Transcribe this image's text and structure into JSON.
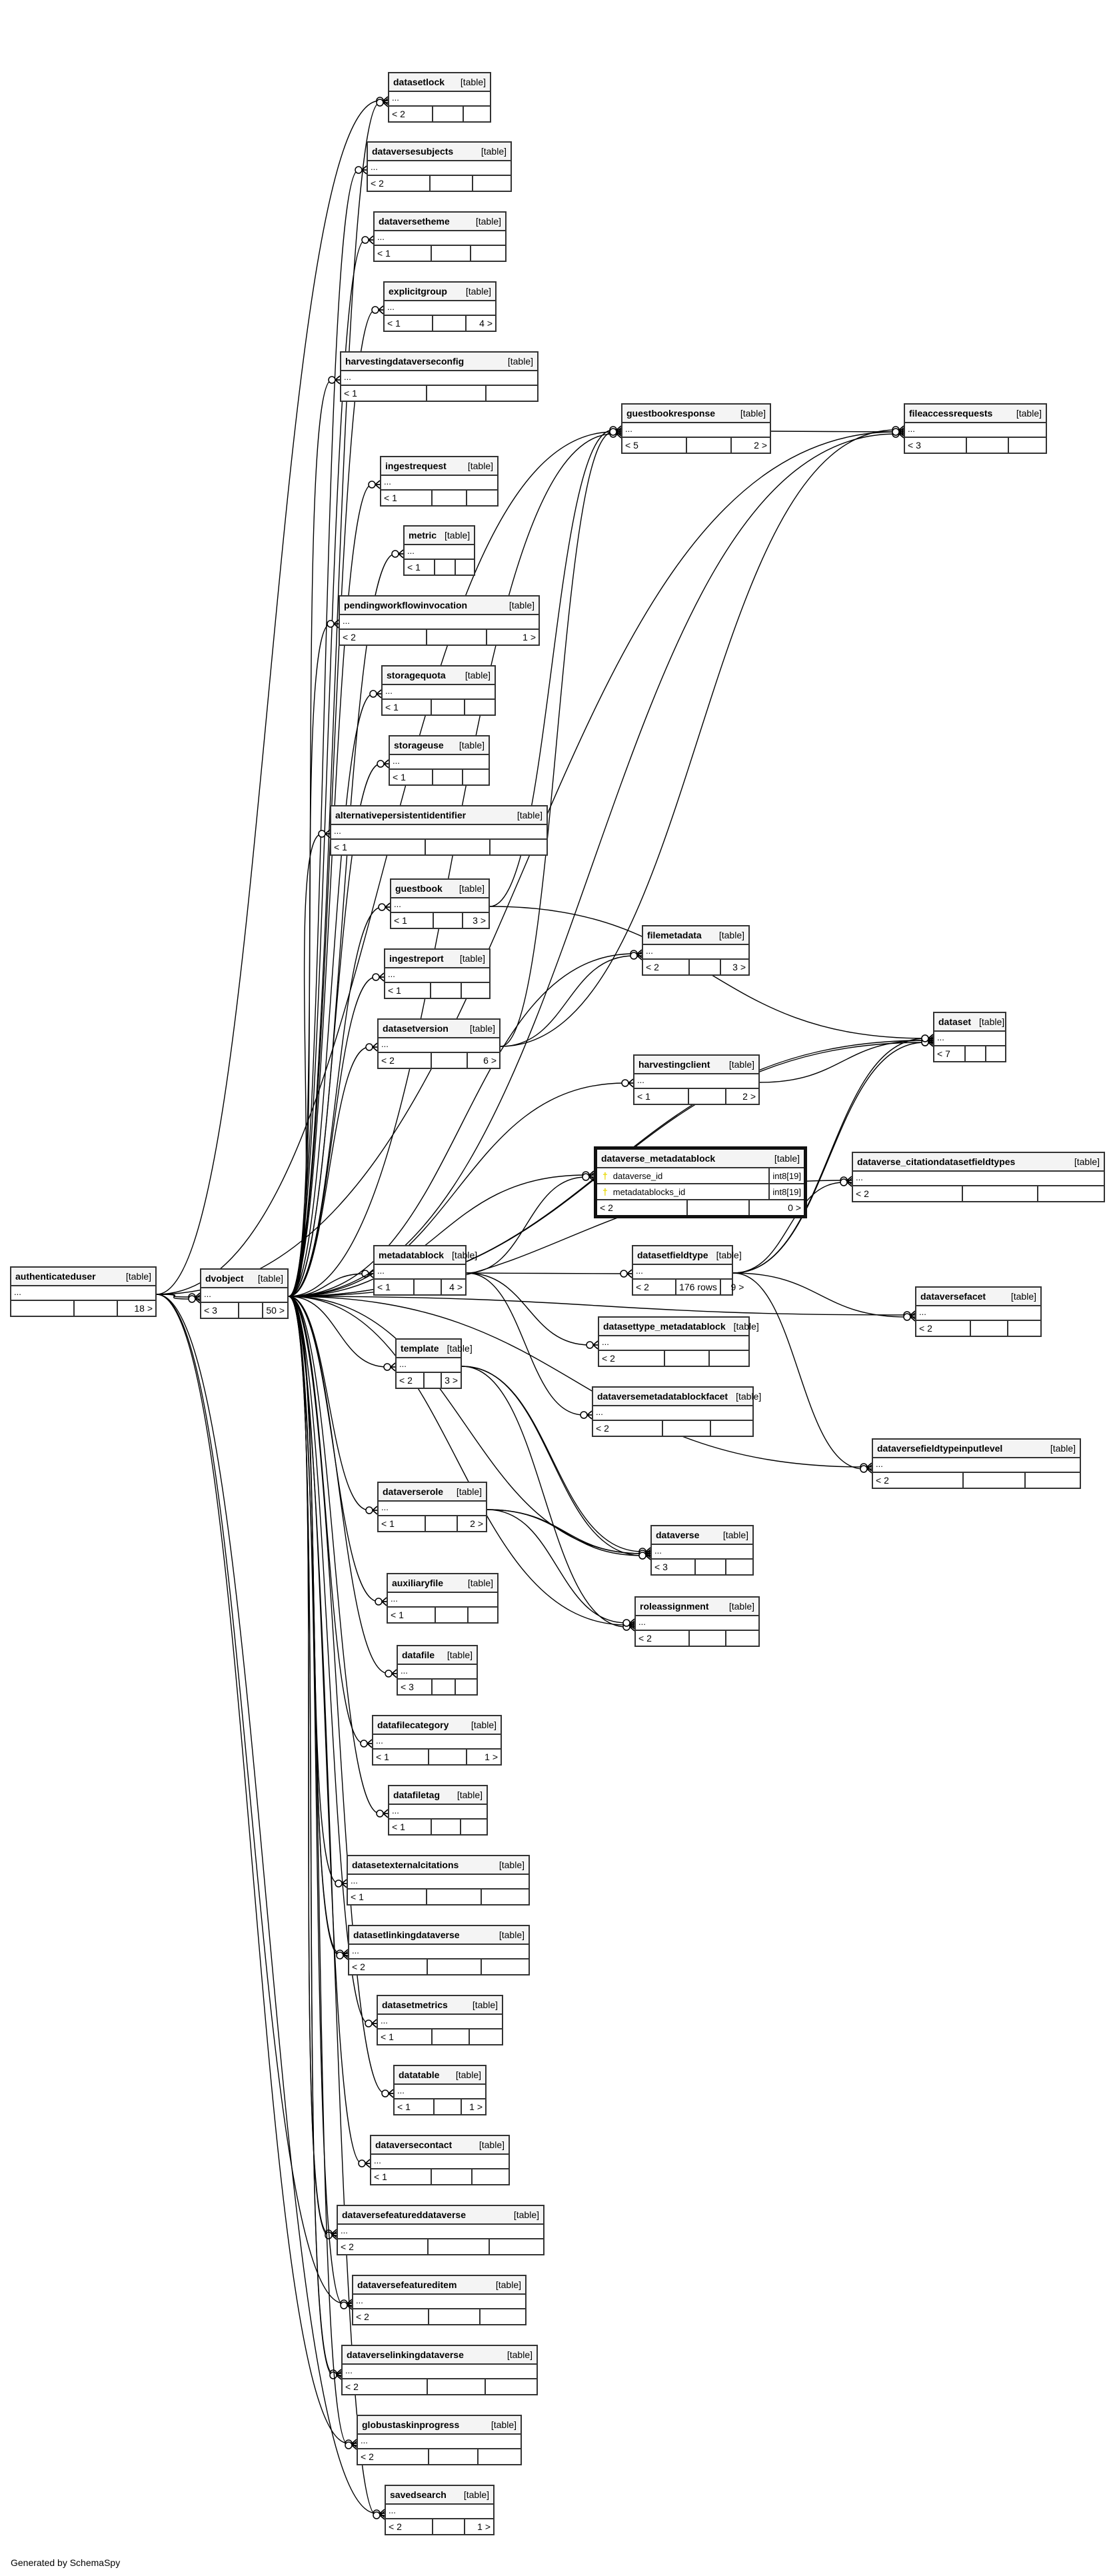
{
  "diagram": {
    "type_label": "[table]",
    "more_label": "...",
    "focus_table": "dataverse_metadatablock",
    "tables": [
      {
        "id": "datasetlock",
        "name": "datasetlock",
        "parents": "< 2",
        "rows": "",
        "children": ""
      },
      {
        "id": "dataversesubjects",
        "name": "dataversesubjects",
        "parents": "< 2",
        "rows": "",
        "children": ""
      },
      {
        "id": "dataversetheme",
        "name": "dataversetheme",
        "parents": "< 1",
        "rows": "",
        "children": ""
      },
      {
        "id": "explicitgroup",
        "name": "explicitgroup",
        "parents": "< 1",
        "rows": "",
        "children": "4 >"
      },
      {
        "id": "harvestingdataverseconfig",
        "name": "harvestingdataverseconfig",
        "parents": "< 1",
        "rows": "",
        "children": ""
      },
      {
        "id": "ingestrequest",
        "name": "ingestrequest",
        "parents": "< 1",
        "rows": "",
        "children": ""
      },
      {
        "id": "metric",
        "name": "metric",
        "parents": "< 1",
        "rows": "",
        "children": ""
      },
      {
        "id": "pendingworkflowinvocation",
        "name": "pendingworkflowinvocation",
        "parents": "< 2",
        "rows": "",
        "children": "1 >"
      },
      {
        "id": "storagequota",
        "name": "storagequota",
        "parents": "< 1",
        "rows": "",
        "children": ""
      },
      {
        "id": "storageuse",
        "name": "storageuse",
        "parents": "< 1",
        "rows": "",
        "children": ""
      },
      {
        "id": "alternativepersistentidentifier",
        "name": "alternativepersistentidentifier",
        "parents": "< 1",
        "rows": "",
        "children": ""
      },
      {
        "id": "guestbook",
        "name": "guestbook",
        "parents": "< 1",
        "rows": "",
        "children": "3 >"
      },
      {
        "id": "ingestreport",
        "name": "ingestreport",
        "parents": "< 1",
        "rows": "",
        "children": ""
      },
      {
        "id": "datasetversion",
        "name": "datasetversion",
        "parents": "< 2",
        "rows": "",
        "children": "6 >"
      },
      {
        "id": "guestbookresponse",
        "name": "guestbookresponse",
        "parents": "< 5",
        "rows": "",
        "children": "2 >"
      },
      {
        "id": "fileaccessrequests",
        "name": "fileaccessrequests",
        "parents": "< 3",
        "rows": "",
        "children": ""
      },
      {
        "id": "filemetadata",
        "name": "filemetadata",
        "parents": "< 2",
        "rows": "",
        "children": "3 >"
      },
      {
        "id": "harvestingclient",
        "name": "harvestingclient",
        "parents": "< 1",
        "rows": "",
        "children": "2 >"
      },
      {
        "id": "dataset",
        "name": "dataset",
        "parents": "< 7",
        "rows": "",
        "children": ""
      },
      {
        "id": "dataverse_metadatablock",
        "name": "dataverse_metadatablock",
        "parents": "< 2",
        "rows": "",
        "children": "0 >",
        "columns": [
          {
            "name": "dataverse_id",
            "type": "int8[19]",
            "key": true
          },
          {
            "name": "metadatablocks_id",
            "type": "int8[19]",
            "key": true
          }
        ]
      },
      {
        "id": "dataverse_citationdatasetfieldtypes",
        "name": "dataverse_citationdatasetfieldtypes",
        "parents": "< 2",
        "rows": "",
        "children": ""
      },
      {
        "id": "authenticateduser",
        "name": "authenticateduser",
        "parents": "",
        "rows": "",
        "children": "18 >"
      },
      {
        "id": "dvobject",
        "name": "dvobject",
        "parents": "< 3",
        "rows": "",
        "children": "50 >"
      },
      {
        "id": "metadatablock",
        "name": "metadatablock",
        "parents": "< 1",
        "rows": "",
        "children": "4 >"
      },
      {
        "id": "datasetfieldtype",
        "name": "datasetfieldtype",
        "parents": "< 2",
        "rows": "176 rows",
        "children": "9 >"
      },
      {
        "id": "dataversefacet",
        "name": "dataversefacet",
        "parents": "< 2",
        "rows": "",
        "children": ""
      },
      {
        "id": "datasettype_metadatablock",
        "name": "datasettype_metadatablock",
        "parents": "< 2",
        "rows": "",
        "children": ""
      },
      {
        "id": "template",
        "name": "template",
        "parents": "< 2",
        "rows": "",
        "children": "3 >"
      },
      {
        "id": "dataversemetadatablockfacet",
        "name": "dataversemetadatablockfacet",
        "parents": "< 2",
        "rows": "",
        "children": ""
      },
      {
        "id": "dataversefieldtypeinputlevel",
        "name": "dataversefieldtypeinputlevel",
        "parents": "< 2",
        "rows": "",
        "children": ""
      },
      {
        "id": "dataverserole",
        "name": "dataverserole",
        "parents": "< 1",
        "rows": "",
        "children": "2 >"
      },
      {
        "id": "dataverse",
        "name": "dataverse",
        "parents": "< 3",
        "rows": "",
        "children": ""
      },
      {
        "id": "auxiliaryfile",
        "name": "auxiliaryfile",
        "parents": "< 1",
        "rows": "",
        "children": ""
      },
      {
        "id": "roleassignment",
        "name": "roleassignment",
        "parents": "< 2",
        "rows": "",
        "children": ""
      },
      {
        "id": "datafile",
        "name": "datafile",
        "parents": "< 3",
        "rows": "",
        "children": ""
      },
      {
        "id": "datafilecategory",
        "name": "datafilecategory",
        "parents": "< 1",
        "rows": "",
        "children": "1 >"
      },
      {
        "id": "datafiletag",
        "name": "datafiletag",
        "parents": "< 1",
        "rows": "",
        "children": ""
      },
      {
        "id": "datasetexternalcitations",
        "name": "datasetexternalcitations",
        "parents": "< 1",
        "rows": "",
        "children": ""
      },
      {
        "id": "datasetlinkingdataverse",
        "name": "datasetlinkingdataverse",
        "parents": "< 2",
        "rows": "",
        "children": ""
      },
      {
        "id": "datasetmetrics",
        "name": "datasetmetrics",
        "parents": "< 1",
        "rows": "",
        "children": ""
      },
      {
        "id": "datatable",
        "name": "datatable",
        "parents": "< 1",
        "rows": "",
        "children": "1 >"
      },
      {
        "id": "dataversecontact",
        "name": "dataversecontact",
        "parents": "< 1",
        "rows": "",
        "children": ""
      },
      {
        "id": "dataversefeatureddataverse",
        "name": "dataversefeatureddataverse",
        "parents": "< 2",
        "rows": "",
        "children": ""
      },
      {
        "id": "dataversefeatureditem",
        "name": "dataversefeatureditem",
        "parents": "< 2",
        "rows": "",
        "children": ""
      },
      {
        "id": "dataverselinkingdataverse",
        "name": "dataverselinkingdataverse",
        "parents": "< 2",
        "rows": "",
        "children": ""
      },
      {
        "id": "globustaskinprogress",
        "name": "globustaskinprogress",
        "parents": "< 2",
        "rows": "",
        "children": ""
      },
      {
        "id": "savedsearch",
        "name": "savedsearch",
        "parents": "< 2",
        "rows": "",
        "children": "1 >"
      }
    ],
    "relationships": [
      [
        "authenticateduser",
        "dvobject"
      ],
      [
        "authenticateduser",
        "dvobject"
      ],
      [
        "authenticateduser",
        "datasetlock"
      ],
      [
        "authenticateduser",
        "guestbookresponse"
      ],
      [
        "authenticateduser",
        "fileaccessrequests"
      ],
      [
        "authenticateduser",
        "savedsearch"
      ],
      [
        "authenticateduser",
        "dataversefeatureditem"
      ],
      [
        "authenticateduser",
        "globustaskinprogress"
      ],
      [
        "dvobject",
        "datasetlock"
      ],
      [
        "dvobject",
        "dataversesubjects"
      ],
      [
        "dvobject",
        "dataversetheme"
      ],
      [
        "dvobject",
        "explicitgroup"
      ],
      [
        "dvobject",
        "harvestingdataverseconfig"
      ],
      [
        "dvobject",
        "guestbookresponse"
      ],
      [
        "dvobject",
        "ingestrequest"
      ],
      [
        "dvobject",
        "metric"
      ],
      [
        "dvobject",
        "pendingworkflowinvocation"
      ],
      [
        "dvobject",
        "storagequota"
      ],
      [
        "dvobject",
        "storageuse"
      ],
      [
        "dvobject",
        "alternativepersistentidentifier"
      ],
      [
        "dvobject",
        "guestbook"
      ],
      [
        "dvobject",
        "ingestreport"
      ],
      [
        "dvobject",
        "datasetversion"
      ],
      [
        "dvobject",
        "filemetadata"
      ],
      [
        "dvobject",
        "dataset"
      ],
      [
        "dvobject",
        "dataset"
      ],
      [
        "dvobject",
        "harvestingclient"
      ],
      [
        "dvobject",
        "dataverse_metadatablock"
      ],
      [
        "dvobject",
        "metadatablock"
      ],
      [
        "dvobject",
        "dataverse_citationdatasetfieldtypes"
      ],
      [
        "dvobject",
        "template"
      ],
      [
        "dvobject",
        "dataversefacet"
      ],
      [
        "dvobject",
        "dataversefieldtypeinputlevel"
      ],
      [
        "dvobject",
        "dataverserole"
      ],
      [
        "dvobject",
        "dataverse"
      ],
      [
        "dvobject",
        "roleassignment"
      ],
      [
        "dvobject",
        "auxiliaryfile"
      ],
      [
        "dvobject",
        "datafile"
      ],
      [
        "dvobject",
        "datafilecategory"
      ],
      [
        "dvobject",
        "datafiletag"
      ],
      [
        "dvobject",
        "datasetexternalcitations"
      ],
      [
        "dvobject",
        "datasetlinkingdataverse"
      ],
      [
        "dvobject",
        "datasetlinkingdataverse"
      ],
      [
        "dvobject",
        "datasetmetrics"
      ],
      [
        "dvobject",
        "datatable"
      ],
      [
        "dvobject",
        "dataversecontact"
      ],
      [
        "dvobject",
        "dataversefeatureddataverse"
      ],
      [
        "dvobject",
        "dataversefeatureddataverse"
      ],
      [
        "dvobject",
        "dataversefeatureditem"
      ],
      [
        "dvobject",
        "dataverselinkingdataverse"
      ],
      [
        "dvobject",
        "dataverselinkingdataverse"
      ],
      [
        "dvobject",
        "globustaskinprogress"
      ],
      [
        "dvobject",
        "savedsearch"
      ],
      [
        "dvobject",
        "fileaccessrequests"
      ],
      [
        "guestbook",
        "guestbookresponse"
      ],
      [
        "guestbook",
        "dataset"
      ],
      [
        "datasetversion",
        "guestbookresponse"
      ],
      [
        "datasetversion",
        "filemetadata"
      ],
      [
        "datasetversion",
        "fileaccessrequests"
      ],
      [
        "guestbookresponse",
        "fileaccessrequests"
      ],
      [
        "harvestingclient",
        "dataset"
      ],
      [
        "metadatablock",
        "datasetfieldtype"
      ],
      [
        "metadatablock",
        "dataverse_metadatablock"
      ],
      [
        "metadatablock",
        "datasettype_metadatablock"
      ],
      [
        "metadatablock",
        "dataversemetadatablockfacet"
      ],
      [
        "datasetfieldtype",
        "dataset"
      ],
      [
        "datasetfieldtype",
        "dataset"
      ],
      [
        "datasetfieldtype",
        "dataverse_citationdatasetfieldtypes"
      ],
      [
        "datasetfieldtype",
        "dataversefacet"
      ],
      [
        "datasetfieldtype",
        "dataversefieldtypeinputlevel"
      ],
      [
        "template",
        "dataverse"
      ],
      [
        "template",
        "roleassignment"
      ],
      [
        "template",
        "dataverse"
      ],
      [
        "dataverserole",
        "dataverse"
      ],
      [
        "dataverserole",
        "roleassignment"
      ],
      [
        "dataverserole",
        "dataverse"
      ]
    ]
  },
  "footer": {
    "text": "Generated by SchemaSpy"
  }
}
